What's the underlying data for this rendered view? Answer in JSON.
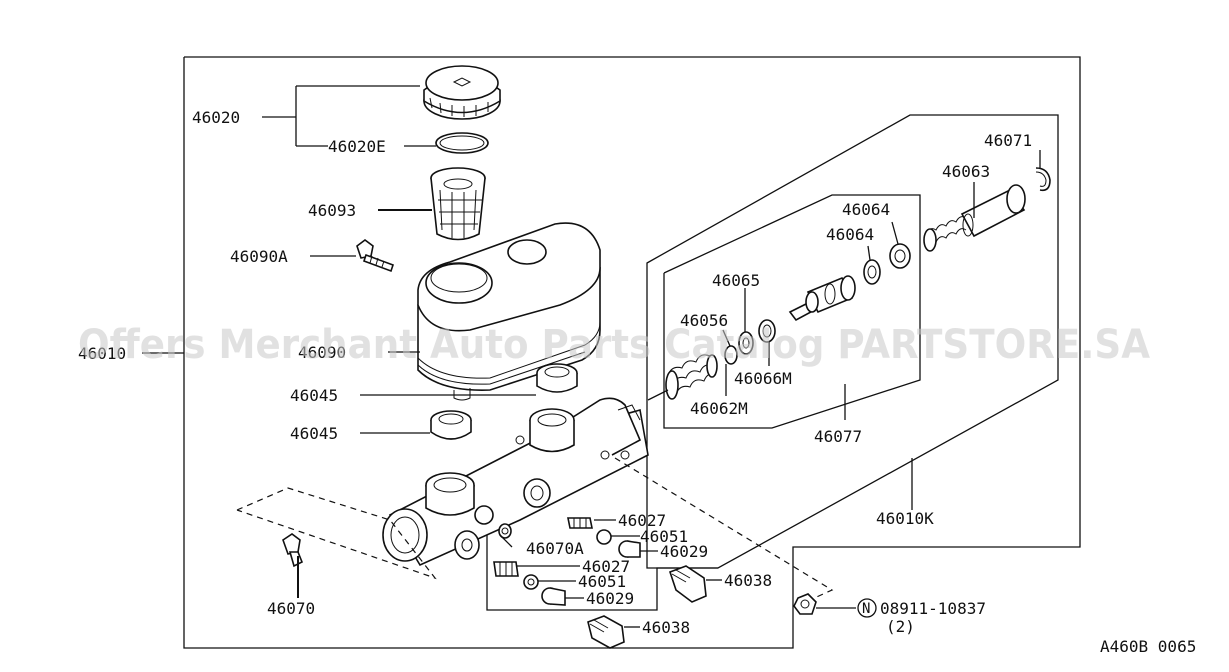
{
  "watermark": "Offers Merchant Auto Parts Catalog PARTSTORE.SA",
  "diagram_code": "A460B 0065",
  "parts": {
    "p46020": "46020",
    "p46020E": "46020E",
    "p46093": "46093",
    "p46090A": "46090A",
    "p46010": "46010",
    "p46090": "46090",
    "p46045a": "46045",
    "p46045b": "46045",
    "p46071": "46071",
    "p46063": "46063",
    "p46064a": "46064",
    "p46064b": "46064",
    "p46065": "46065",
    "p46056": "46056",
    "p46066M": "46066M",
    "p46062M": "46062M",
    "p46077": "46077",
    "p46010K": "46010K",
    "p46027a": "46027",
    "p46051a": "46051",
    "p46070A": "46070A",
    "p46029a": "46029",
    "p46027b": "46027",
    "p46051b": "46051",
    "p46029b": "46029",
    "p46038a": "46038",
    "p46038b": "46038",
    "p46070": "46070",
    "p08911": "08911-10837",
    "qty08911": "(2)",
    "nut_symbol": "N"
  }
}
